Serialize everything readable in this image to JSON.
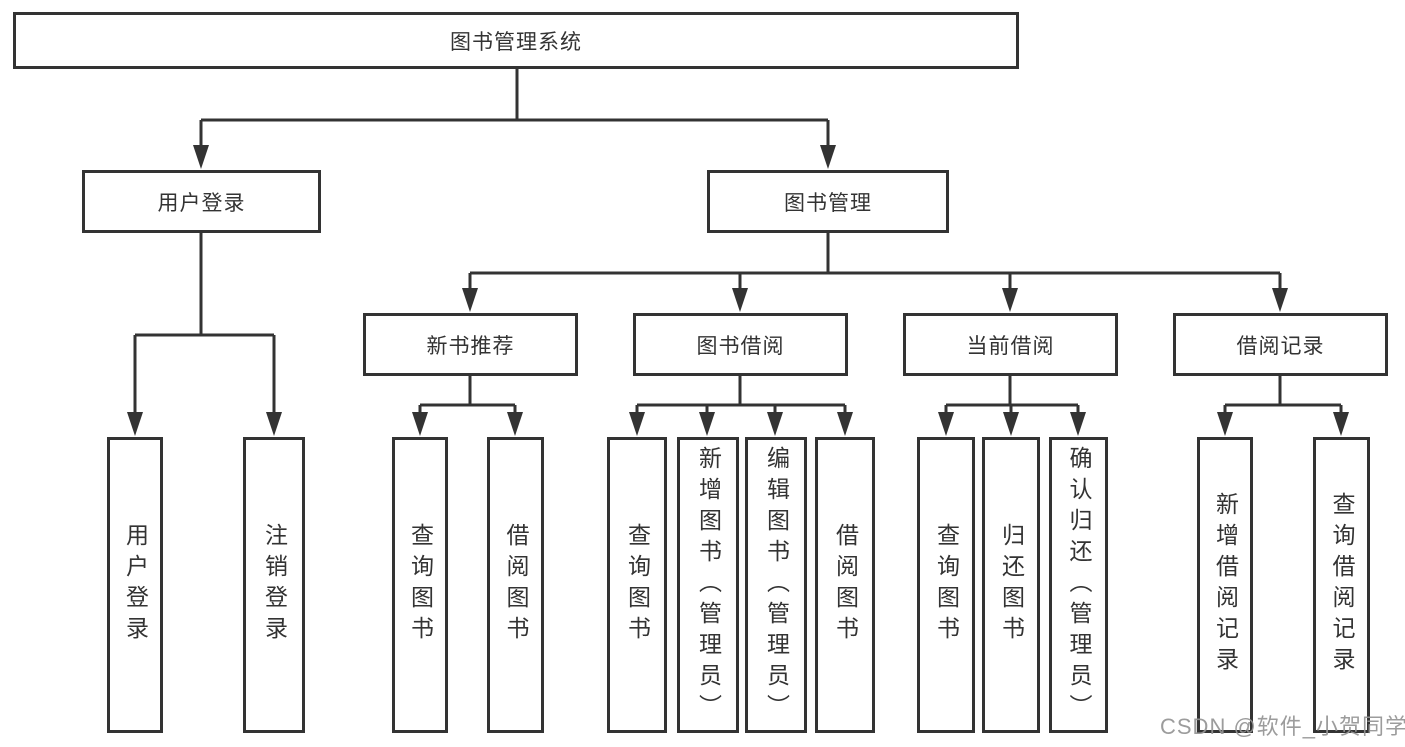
{
  "diagram": {
    "title": "图书管理系统",
    "type": "functional-structure-tree"
  },
  "nodes": {
    "root": {
      "label": "图书管理系统"
    },
    "userLogin": {
      "label": "用户登录",
      "children": [
        "用户登录",
        "注销登录"
      ]
    },
    "bookMgmt": {
      "label": "图书管理",
      "sections": [
        {
          "label": "新书推荐",
          "children": [
            "查询图书",
            "借阅图书"
          ]
        },
        {
          "label": "图书借阅",
          "children": [
            "查询图书",
            "新增图书（管理员）",
            "编辑图书（管理员）",
            "借阅图书"
          ]
        },
        {
          "label": "当前借阅",
          "children": [
            "查询图书",
            "归还图书",
            "确认归还（管理员）"
          ]
        },
        {
          "label": "借阅记录",
          "children": [
            "新增借阅记录",
            "查询借阅记录"
          ]
        }
      ]
    }
  },
  "watermark": {
    "text": "CSDN @软件_小贺同学"
  },
  "colors": {
    "line": "#333333",
    "box_border": "#333333",
    "box_fill": "#ffffff",
    "text": "#333333",
    "watermark": "#949494",
    "background": "#ffffff"
  }
}
